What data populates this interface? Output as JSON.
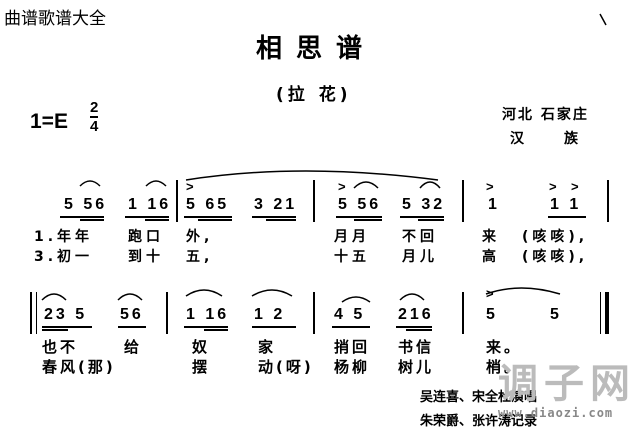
{
  "site_label": "曲谱歌谱大全",
  "title": "相思谱",
  "subtitle": "(拉 花)",
  "key": "1=E",
  "meter": {
    "num": "2",
    "den": "4"
  },
  "origin": "河北  石家庄",
  "ethnic": "汉族",
  "row1": {
    "notes": [
      "5 56",
      "1 16",
      "5 65",
      "3 21",
      "5 56",
      "5 32",
      "1",
      "1 1"
    ],
    "accents": [
      ">",
      ">",
      ">",
      ">",
      ">"
    ],
    "lyrics_1": [
      "1.年年",
      "跑口",
      "外,",
      "月月",
      "不回",
      "来",
      "(咳咳),"
    ],
    "lyrics_3": [
      "3.初一",
      "到十",
      "五,",
      "十五",
      "月儿",
      "高",
      "(咳咳),"
    ]
  },
  "row2": {
    "notes": [
      "23 5",
      "56",
      "1 16",
      "1 2",
      "4 5",
      "216",
      "5",
      "5"
    ],
    "lyrics_a": [
      "也不",
      "给",
      "奴",
      "家",
      "捎回",
      "书信",
      "来。"
    ],
    "lyrics_b": [
      "春风(那)",
      "摆",
      "动(呀)",
      "杨柳",
      "树儿",
      "梢。"
    ]
  },
  "credits": [
    "吴连喜、宋全杜演唱",
    "朱荣爵、张许涛记录"
  ],
  "watermark": {
    "cn": "调子网",
    "url": "www.diaozi.com"
  }
}
